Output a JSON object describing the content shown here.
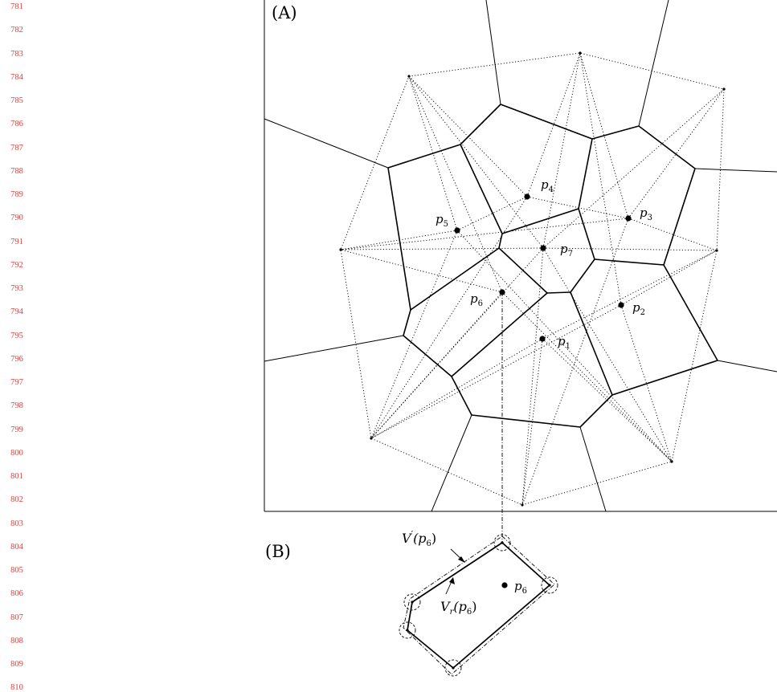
{
  "line_numbers": [
    "781",
    "782",
    "783",
    "784",
    "785",
    "786",
    "787",
    "788",
    "789",
    "790",
    "791",
    "792",
    "793",
    "794",
    "795",
    "796",
    "797",
    "798",
    "799",
    "800",
    "801",
    "802",
    "803",
    "804",
    "805",
    "806",
    "807",
    "808",
    "809",
    "810"
  ],
  "figure": {
    "panel_a_label": "(A)",
    "panel_b_label": "(B)",
    "site_labels": {
      "p1": {
        "base": "p",
        "sub": "1"
      },
      "p2": {
        "base": "p",
        "sub": "2"
      },
      "p3": {
        "base": "p",
        "sub": "3"
      },
      "p4": {
        "base": "p",
        "sub": "4"
      },
      "p5": {
        "base": "p",
        "sub": "5"
      },
      "p6": {
        "base": "p",
        "sub": "6"
      },
      "p7": {
        "base": "p",
        "sub": "7"
      },
      "p6_detail": {
        "base": "p",
        "sub": "6"
      }
    },
    "v_prime_label": {
      "prefix": "V",
      "prime": "′",
      "open": "(p",
      "sub": "6",
      "close": ")"
    },
    "v_r_label": {
      "prefix": "V",
      "sub_r": "r",
      "open": "(p",
      "sub": "6",
      "close": ")"
    }
  }
}
